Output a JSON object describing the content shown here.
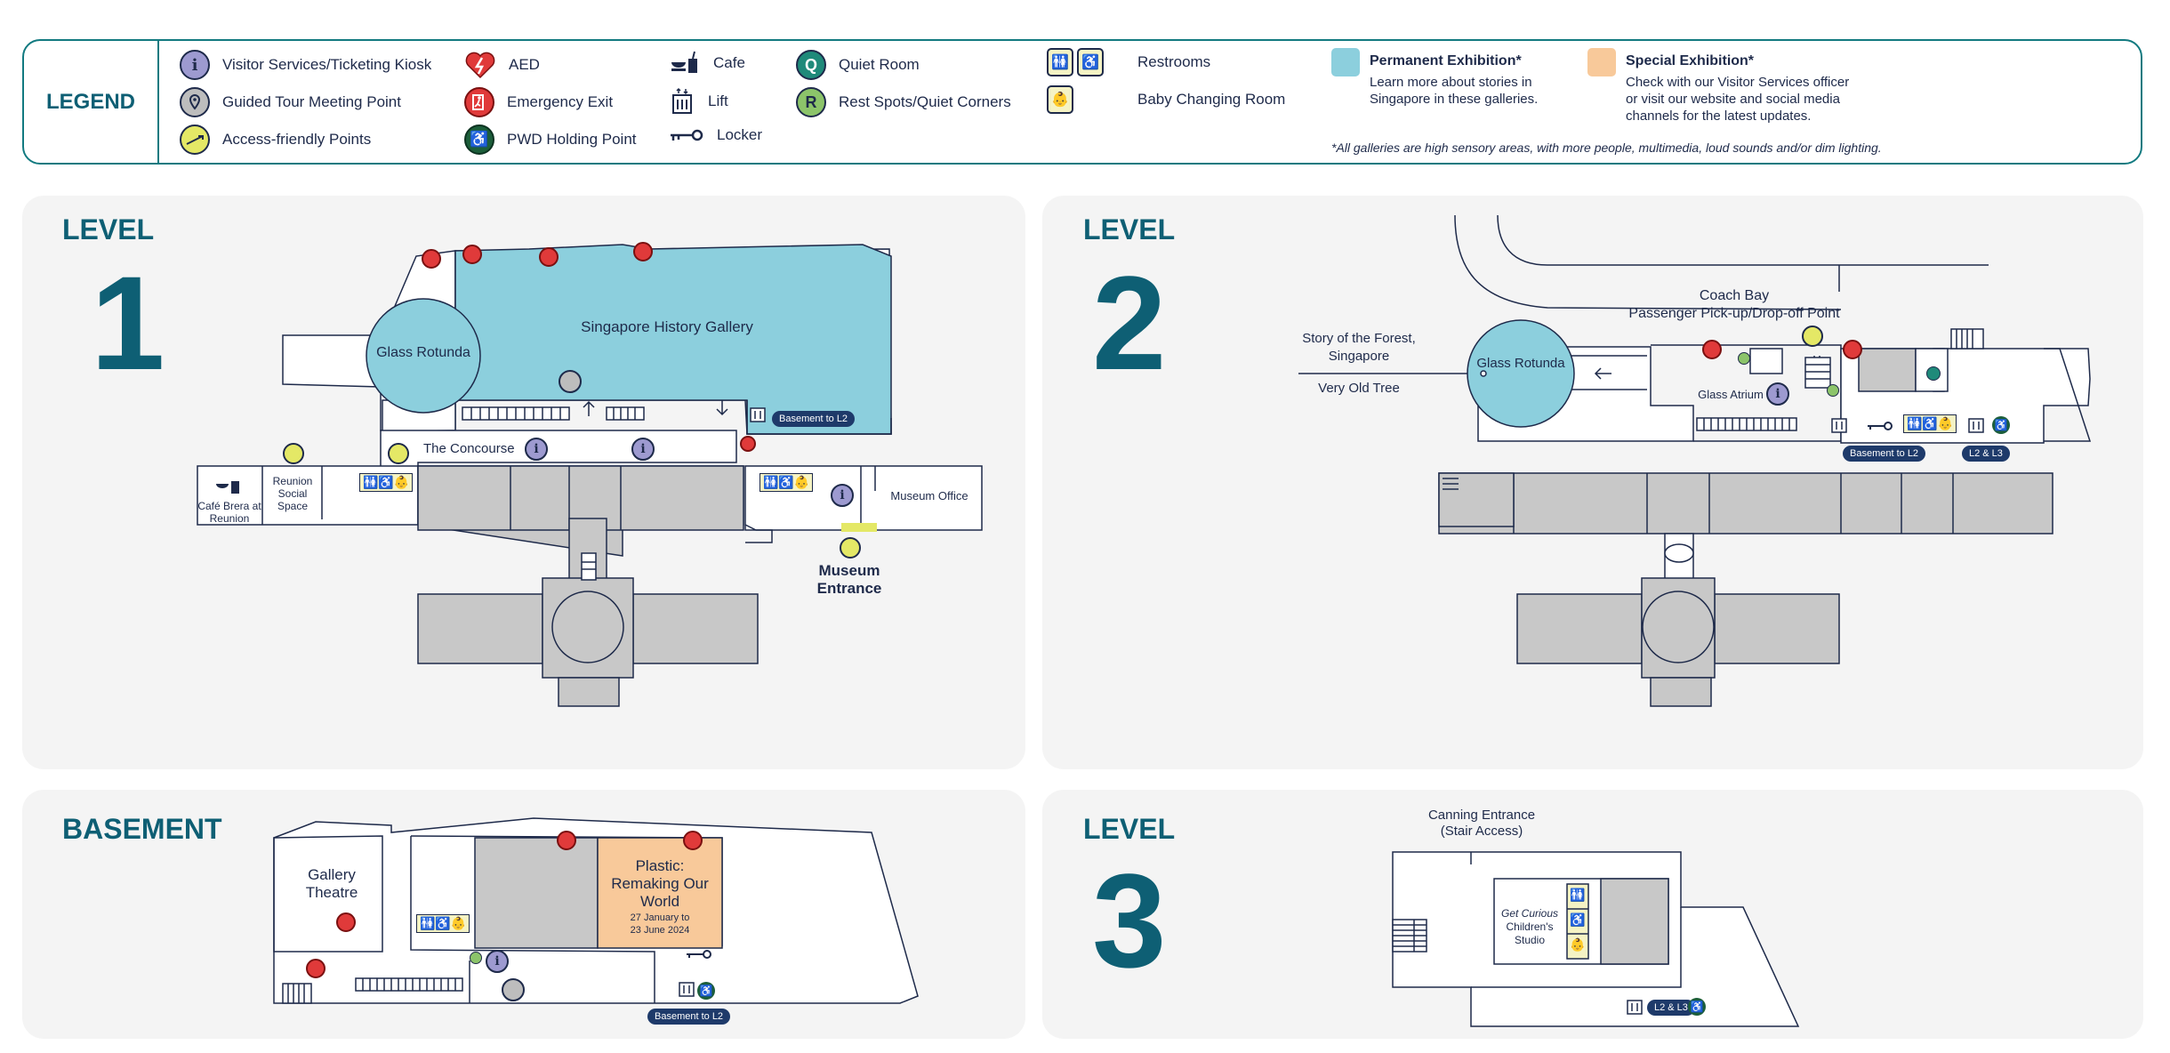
{
  "legend": {
    "title": "LEGEND",
    "items": {
      "visitor_services": "Visitor Services/Ticketing Kiosk",
      "guided_tour": "Guided Tour Meeting Point",
      "access_friendly": "Access-friendly Points",
      "aed": "AED",
      "emergency_exit": "Emergency Exit",
      "pwd_holding": "PWD Holding Point",
      "cafe": "Cafe",
      "lift": "Lift",
      "locker": "Locker",
      "quiet_room": "Quiet Room",
      "rest_spots": "Rest Spots/Quiet Corners",
      "restrooms": "Restrooms",
      "baby_changing": "Baby Changing Room",
      "quiet_glyph": "Q",
      "rest_glyph": "R",
      "info_glyph": "i"
    },
    "permanent": {
      "title": "Permanent Exhibition*",
      "desc_1": "Learn more about stories in",
      "desc_2": "Singapore in these galleries.",
      "color": "#8ccfdd"
    },
    "special": {
      "title": "Special Exhibition*",
      "desc_1": "Check with our Visitor Services officer",
      "desc_2": "or visit our website and social media",
      "desc_3": "channels for the latest updates.",
      "color": "#f8c99a"
    },
    "footnote": "*All galleries are high sensory areas, with more people, multimedia, loud sounds and/or dim lighting."
  },
  "colors": {
    "teal_heading": "#0e5f74",
    "gallery_grey": "#c8c8c8",
    "line": "#1e2a4a",
    "panel_bg": "#f4f4f4"
  },
  "level1": {
    "label": "LEVEL",
    "number": "1",
    "glass_rotunda": "Glass Rotunda",
    "history_gallery": "Singapore History Gallery",
    "concourse": "The Concourse",
    "cafe_brera": "Café Brera at Reunion",
    "reunion_space": "Reunion Social Space",
    "museum_office": "Museum Office",
    "museum_entrance": "Museum Entrance",
    "basement_pill": "Basement to L2"
  },
  "level2": {
    "label": "LEVEL",
    "number": "2",
    "coach_bay_1": "Coach Bay",
    "coach_bay_2": "Passenger Pick-up/Drop-off Point",
    "story_forest_1": "Story of the Forest,",
    "story_forest_2": "Singapore",
    "very_old_tree": "Very Old Tree",
    "glass_rotunda": "Glass Rotunda",
    "glass_atrium": "Glass Atrium",
    "basement_pill": "Basement to L2",
    "l2l3_pill": "L2 & L3"
  },
  "basement": {
    "label": "BASEMENT",
    "gallery_theatre": "Gallery Theatre",
    "plastic_title": "Plastic: Remaking Our World",
    "plastic_dates_1": "27 January to",
    "plastic_dates_2": "23 June 2024",
    "basement_pill": "Basement to L2"
  },
  "level3": {
    "label": "LEVEL",
    "number": "3",
    "canning_1": "Canning Entrance",
    "canning_2": "(Stair Access)",
    "get_curious_1": "Get Curious",
    "get_curious_2": "Children's",
    "get_curious_3": "Studio",
    "l2l3_pill": "L2 & L3"
  }
}
